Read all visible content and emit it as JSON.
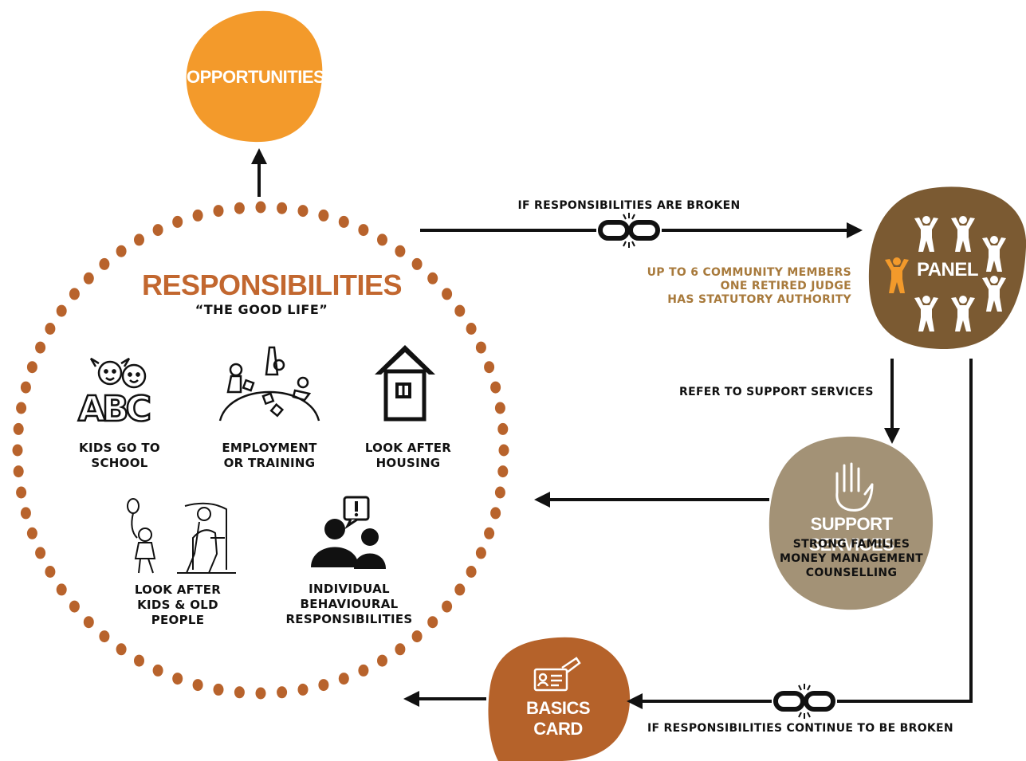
{
  "colors": {
    "opportunities": "#f39a2b",
    "responsibilities": "#c2672f",
    "dots": "#b8632c",
    "panel": "#7b5a32",
    "panel_text": "#a87a3c",
    "panel_highlight": "#f39a2b",
    "support": "#a39276",
    "basics": "#b5622a",
    "ink": "#111111"
  },
  "opportunities": {
    "label": "OPPORTUNITIES"
  },
  "responsibilities": {
    "title": "RESPONSIBILITIES",
    "subtitle": "“THE GOOD LIFE”",
    "items": [
      {
        "icon": "kids-abc-icon",
        "lines": [
          "KIDS GO TO",
          "SCHOOL"
        ]
      },
      {
        "icon": "employment-icon",
        "lines": [
          "EMPLOYMENT",
          "OR TRAINING"
        ]
      },
      {
        "icon": "house-icon",
        "lines": [
          "LOOK AFTER",
          "HOUSING"
        ]
      },
      {
        "icon": "kids-old-people-icon",
        "lines": [
          "LOOK AFTER",
          "KIDS & OLD",
          "PEOPLE"
        ]
      },
      {
        "icon": "people-alert-icon",
        "lines": [
          "INDIVIDUAL",
          "BEHAVIOURAL",
          "RESPONSIBILITIES"
        ]
      }
    ]
  },
  "flow": {
    "broken_label": "IF RESPONSIBILITIES ARE BROKEN",
    "refer_label": "REFER TO SUPPORT SERVICES",
    "continue_label": "IF RESPONSIBILITIES CONTINUE TO BE BROKEN"
  },
  "panel": {
    "label": "PANEL",
    "notes": [
      "UP TO 6 COMMUNITY MEMBERS",
      "ONE RETIRED JUDGE",
      "HAS STATUTORY AUTHORITY"
    ]
  },
  "support": {
    "title": "SUPPORT SERVICES",
    "lines": [
      "STRONG FAMILIES",
      "MONEY MANAGEMENT",
      "COUNSELLING"
    ]
  },
  "basics": {
    "lines": [
      "BASICS",
      "CARD"
    ]
  }
}
